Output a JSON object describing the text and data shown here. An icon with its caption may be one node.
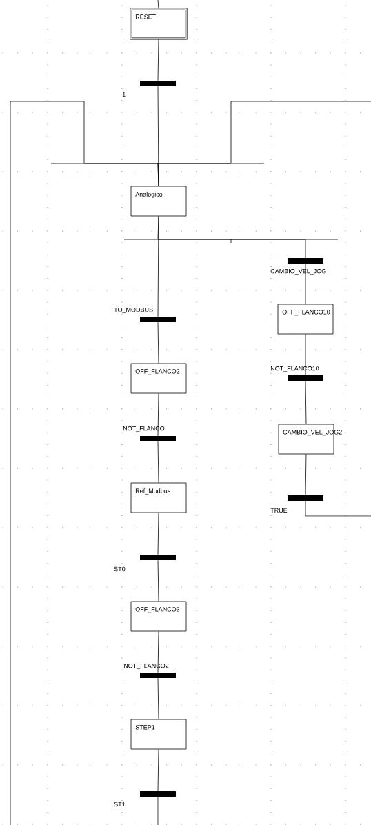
{
  "diagram": {
    "nodes": [
      {
        "text": [
          "RESET"
        ]
      },
      {
        "text": [],
        "shape": "bar",
        "beside": [
          "1"
        ]
      },
      {
        "text": [
          "Analogico"
        ]
      },
      {
        "text": [],
        "shape": "bar",
        "beside": [
          "TO_MODBUS"
        ]
      },
      {
        "text": [
          "OFF_FLANCO2"
        ]
      },
      {
        "text": [],
        "shape": "bar",
        "beside": [
          "NOT_FLANCO"
        ]
      },
      {
        "text": [
          "Ref_Modbus"
        ]
      },
      {
        "text": [],
        "shape": "bar",
        "beside": [
          "ST0"
        ]
      },
      {
        "text": [
          "OFF_FLANCO3"
        ]
      },
      {
        "text": [],
        "shape": "bar",
        "beside": [
          "NOT_FLANCO2"
        ]
      },
      {
        "text": [
          "STEP1"
        ]
      },
      {
        "text": [],
        "shape": "bar",
        "beside": [
          "ST1"
        ]
      },
      {
        "text": [],
        "shape": "bar",
        "beside": [
          "CAMBIO_VEL_JOG"
        ]
      },
      {
        "text": [
          "OFF_FLANCO10"
        ]
      },
      {
        "text": [],
        "shape": "bar",
        "beside": [
          "NOT_FLANCO10"
        ]
      },
      {
        "text": [
          "CAMBIO_VEL_JOG2"
        ]
      },
      {
        "text": [],
        "shape": "bar",
        "beside": [
          "TRUE"
        ]
      }
    ],
    "edges": [
      {
        "from": null,
        "to": 0,
        "arrow": "none"
      },
      {
        "from": 0,
        "to": 1,
        "arrow": "none"
      },
      {
        "from": 1,
        "to": 2,
        "arrow": "none"
      },
      {
        "from": null,
        "to": 2,
        "arrow": "none"
      },
      {
        "from": null,
        "to": 2,
        "arrow": "none"
      },
      {
        "from": 2,
        "to": 3,
        "arrow": "none"
      },
      {
        "from": 3,
        "to": 4,
        "arrow": "none"
      },
      {
        "from": 4,
        "to": 5,
        "arrow": "none"
      },
      {
        "from": 5,
        "to": 6,
        "arrow": "none"
      },
      {
        "from": 6,
        "to": 7,
        "arrow": "none"
      },
      {
        "from": 7,
        "to": 8,
        "arrow": "none"
      },
      {
        "from": 8,
        "to": 9,
        "arrow": "none"
      },
      {
        "from": 9,
        "to": 10,
        "arrow": "none"
      },
      {
        "from": 10,
        "to": 11,
        "arrow": "none"
      },
      {
        "from": 11,
        "to": null,
        "arrow": "none"
      },
      {
        "from": 2,
        "to": 12,
        "arrow": "none"
      },
      {
        "from": 12,
        "to": 13,
        "arrow": "none"
      },
      {
        "from": 13,
        "to": 14,
        "arrow": "none"
      },
      {
        "from": 14,
        "to": 15,
        "arrow": "none"
      },
      {
        "from": 15,
        "to": 16,
        "arrow": "none"
      },
      {
        "from": 16,
        "to": null,
        "arrow": "none"
      }
    ]
  }
}
